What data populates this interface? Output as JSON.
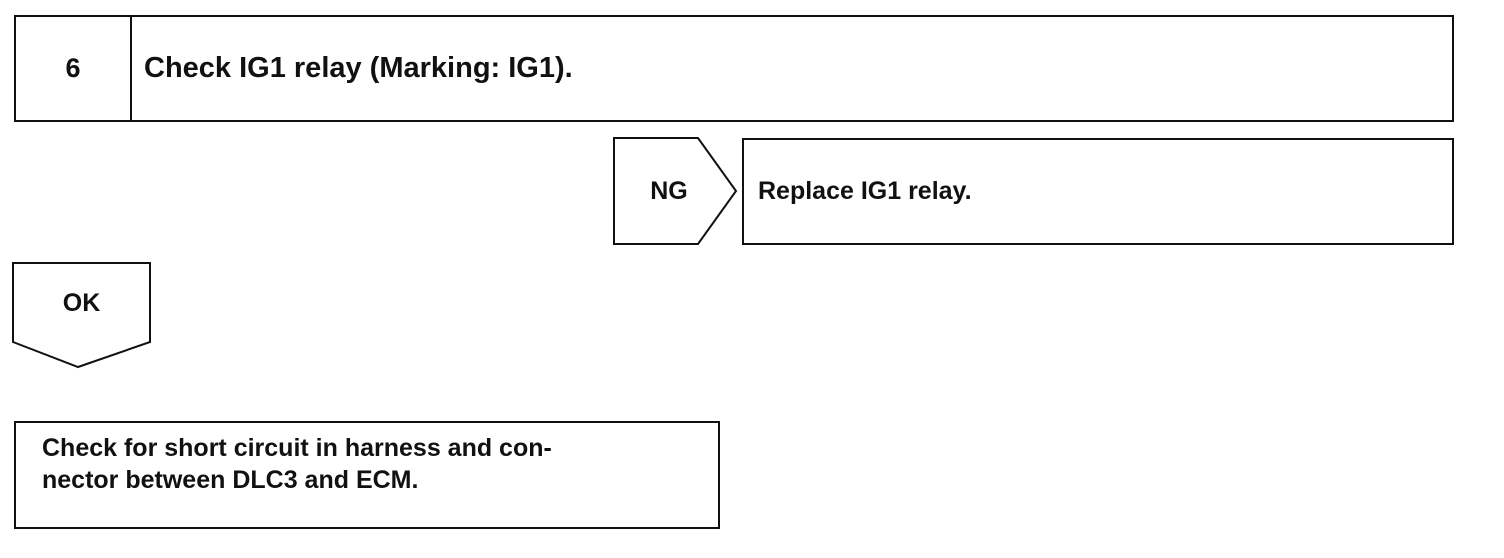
{
  "step": {
    "number": "6",
    "title": "Check IG1 relay (Marking: IG1)."
  },
  "ng_branch": {
    "label": "NG",
    "result": "Replace IG1 relay."
  },
  "ok_branch": {
    "label": "OK"
  },
  "next_step": {
    "line1": "Check for short circuit in harness and con-",
    "line2": "nector between DLC3 and ECM."
  }
}
